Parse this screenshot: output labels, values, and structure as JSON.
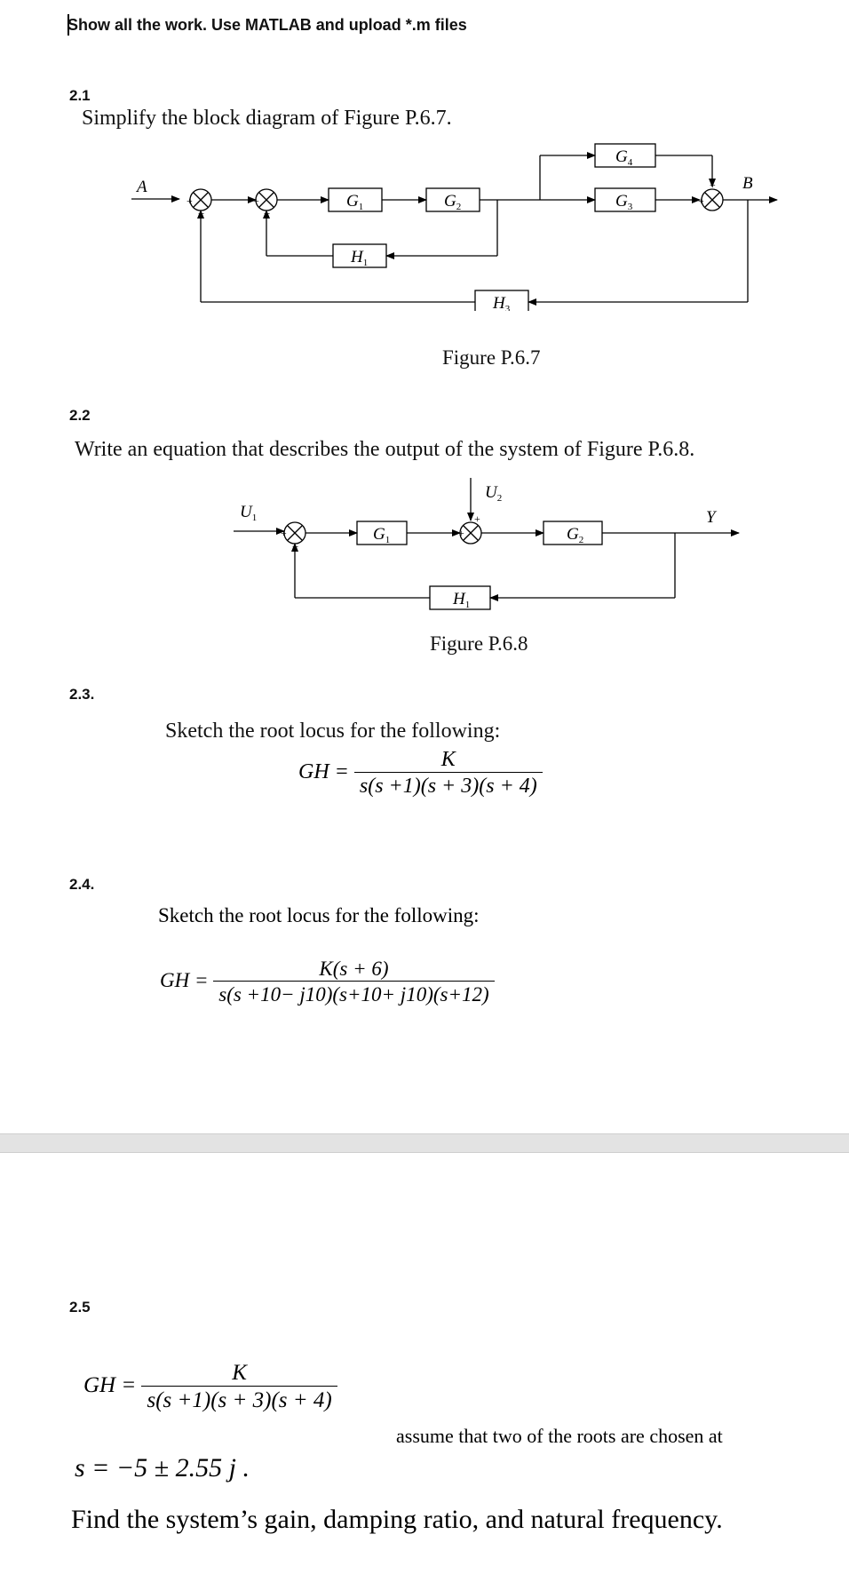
{
  "header": "Show all the work. Use MATLAB and upload *.m files",
  "q21": {
    "num": "2.1",
    "text": "Simplify the block diagram of Figure P.6.7.",
    "caption": "Figure P.6.7",
    "labels": {
      "input": "A",
      "output": "B",
      "g1": "G",
      "g1s": "1",
      "g2": "G",
      "g2s": "2",
      "g3": "G",
      "g3s": "3",
      "g4": "G",
      "g4s": "4",
      "h1": "H",
      "h1s": "1",
      "h3": "H",
      "h3s": "3"
    }
  },
  "q22": {
    "num": "2.2",
    "text": "Write an equation that describes the output of the system of Figure P.6.8.",
    "caption": "Figure P.6.8",
    "labels": {
      "u1": "U",
      "u1s": "1",
      "u2": "U",
      "u2s": "2",
      "y": "Y",
      "g1": "G",
      "g1s": "1",
      "g2": "G",
      "g2s": "2",
      "h1": "H",
      "h1s": "1"
    }
  },
  "q23": {
    "num": "2.3.",
    "text": "Sketch the root locus for the following:",
    "lhs": "GH =",
    "numerator": "K",
    "denominator": "s(s +1)(s + 3)(s + 4)"
  },
  "q24": {
    "num": "2.4.",
    "text": "Sketch the root locus for the following:",
    "lhs": "GH =",
    "numerator": "K(s + 6)",
    "denominator": "s(s +10− j10)(s+10+ j10)(s+12)"
  },
  "q25": {
    "num": "2.5",
    "lhs": "GH =",
    "numerator": "K",
    "denominator": "s(s +1)(s + 3)(s + 4)",
    "assume": "assume that two of the roots are chosen at",
    "roots": "s = −5 ± 2.55 j .",
    "find": "Find the system’s gain, damping ratio, and natural frequency."
  },
  "signs": {
    "plus": "+",
    "minus": "−"
  }
}
